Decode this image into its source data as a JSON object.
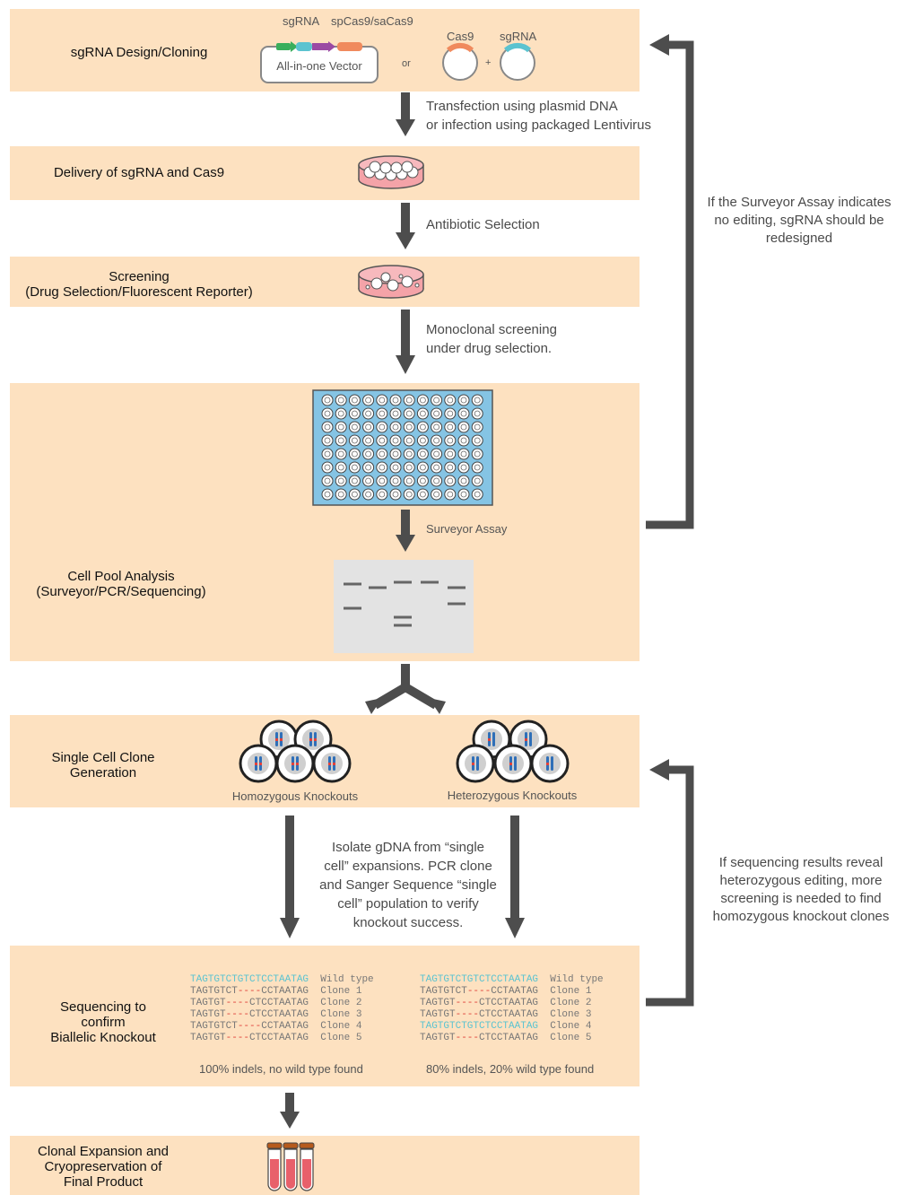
{
  "steps": {
    "design": {
      "title": "sgRNA Design/Cloning",
      "vector_label": "All-in-one Vector",
      "sgrna_label": "sgRNA",
      "cas_label": "spCas9/saCas9",
      "or_label": "or",
      "plus_label": "+",
      "cas9_plasmid": "Cas9",
      "sgrna_plasmid": "sgRNA"
    },
    "delivery": {
      "title": "Delivery of sgRNA and Cas9"
    },
    "screening": {
      "title_line1": "Screening",
      "title_line2": "(Drug Selection/Fluorescent Reporter)"
    },
    "pool": {
      "title_line1": "Cell Pool Analysis",
      "title_line2": "(Surveyor/PCR/Sequencing)"
    },
    "clone": {
      "title_line1": "Single Cell Clone",
      "title_line2": "Generation",
      "homo_label": "Homozygous Knockouts",
      "hetero_label": "Heterozygous Knockouts"
    },
    "sequencing": {
      "title_line1": "Sequencing to",
      "title_line2": "confirm",
      "title_line3": "Biallelic Knockout",
      "left_caption": "100% indels, no wild type found",
      "right_caption": "80% indels, 20% wild type found"
    },
    "final": {
      "title_line1": "Clonal Expansion and",
      "title_line2": "Cryopreservation of",
      "title_line3": "Final Product"
    }
  },
  "transitions": {
    "t1_line1": "Transfection using plasmid DNA",
    "t1_line2": "or infection using packaged Lentivirus",
    "t2": "Antibiotic Selection",
    "t3_line1": "Monoclonal screening",
    "t3_line2": "under drug selection.",
    "t4": "Surveyor Assay",
    "t5_line1": "Isolate gDNA from “single",
    "t5_line2": "cell” expansions. PCR clone",
    "t5_line3": "and Sanger Sequence “single",
    "t5_line4": "cell” population to verify",
    "t5_line5": "knockout success."
  },
  "feedback": {
    "top_line1": "If the Surveyor Assay indicates",
    "top_line2": "no editing, sgRNA should be",
    "top_line3": "redesigned",
    "bottom_line1": "If sequencing results reveal",
    "bottom_line2": "heterozygous editing, more",
    "bottom_line3": "screening is needed to find",
    "bottom_line4": "homozygous knockout clones"
  },
  "sequences": {
    "left": [
      {
        "seq": "TAGTGTCTGTCTCCTAATAG",
        "label": "Wild type",
        "kind": "wt"
      },
      {
        "seq_a": "TAGTGTCT",
        "gap": "----",
        "seq_b": "CCTAATAG",
        "label": "Clone 1"
      },
      {
        "seq_a": "TAGTGT",
        "gap": "----",
        "seq_b": "CTCCTAATAG",
        "label": "Clone 2"
      },
      {
        "seq_a": "TAGTGT",
        "gap": "----",
        "seq_b": "CTCCTAATAG",
        "label": "Clone 3"
      },
      {
        "seq_a": "TAGTGTCT",
        "gap": "----",
        "seq_b": "CCTAATAG",
        "label": "Clone 4"
      },
      {
        "seq_a": "TAGTGT",
        "gap": "----",
        "seq_b": "CTCCTAATAG",
        "label": "Clone 5"
      }
    ],
    "right": [
      {
        "seq": "TAGTGTCTGTCTCCTAATAG",
        "label": "Wild type",
        "kind": "wt"
      },
      {
        "seq_a": "TAGTGTCT",
        "gap": "----",
        "seq_b": "CCTAATAG",
        "label": "Clone 1"
      },
      {
        "seq_a": "TAGTGT",
        "gap": "----",
        "seq_b": "CTCCTAATAG",
        "label": "Clone 2"
      },
      {
        "seq_a": "TAGTGT",
        "gap": "----",
        "seq_b": "CTCCTAATAG",
        "label": "Clone 3"
      },
      {
        "seq": "TAGTGTCTGTCTCCTAATAG",
        "label": "Clone 4",
        "kind": "wt"
      },
      {
        "seq_a": "TAGTGT",
        "gap": "----",
        "seq_b": "CTCCTAATAG",
        "label": "Clone 5"
      }
    ]
  },
  "colors": {
    "band": "#fde1c0",
    "arrow": "#4d4d4d",
    "cyan": "#5bc3d0",
    "red": "#e0403a",
    "gel": "#e3e3e3",
    "plate": "#85c4e4",
    "tube": "#e8606b"
  }
}
